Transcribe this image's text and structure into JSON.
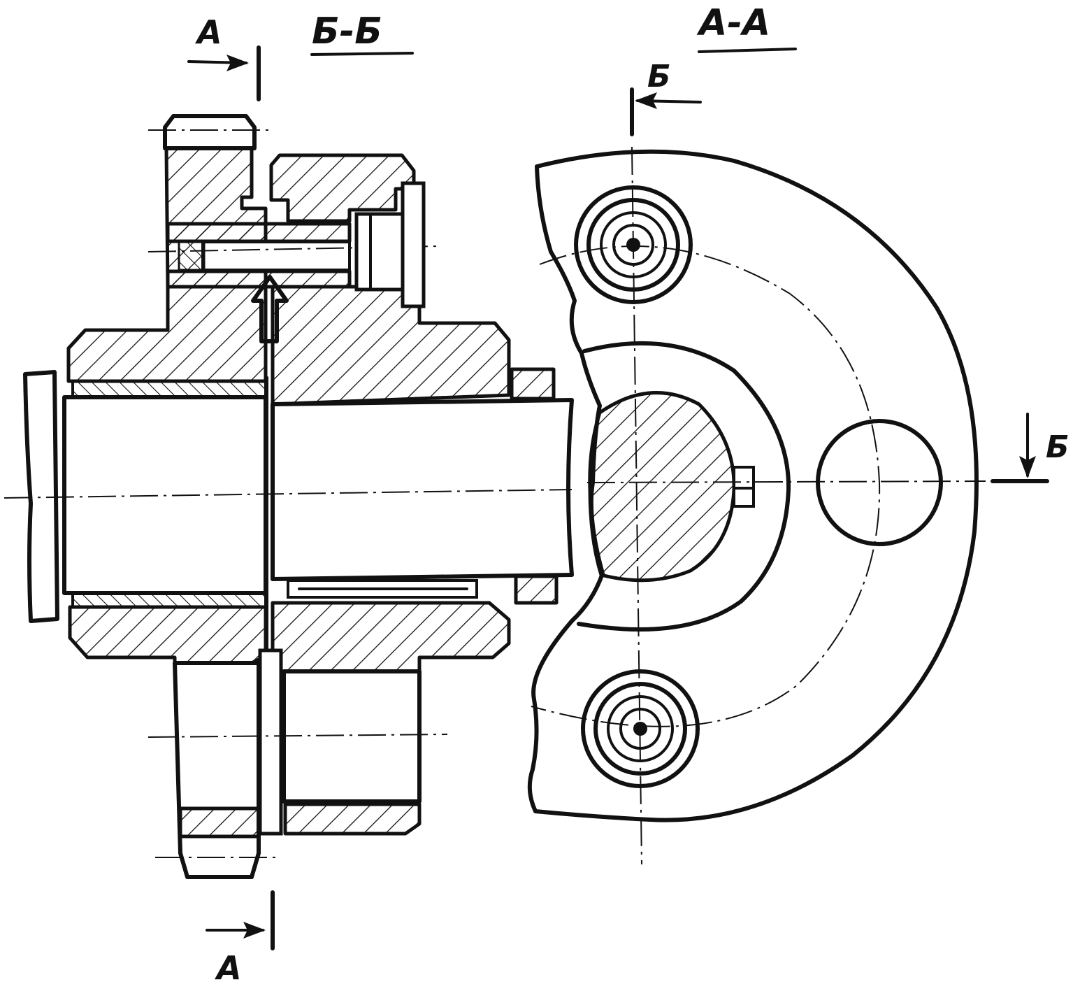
{
  "labels": {
    "cut_a_top": "А",
    "cut_a_bottom": "А",
    "section_bb_title": "Б-Б",
    "section_aa_title": "А-А",
    "cut_b_top": "Б",
    "cut_b_right": "Б"
  }
}
